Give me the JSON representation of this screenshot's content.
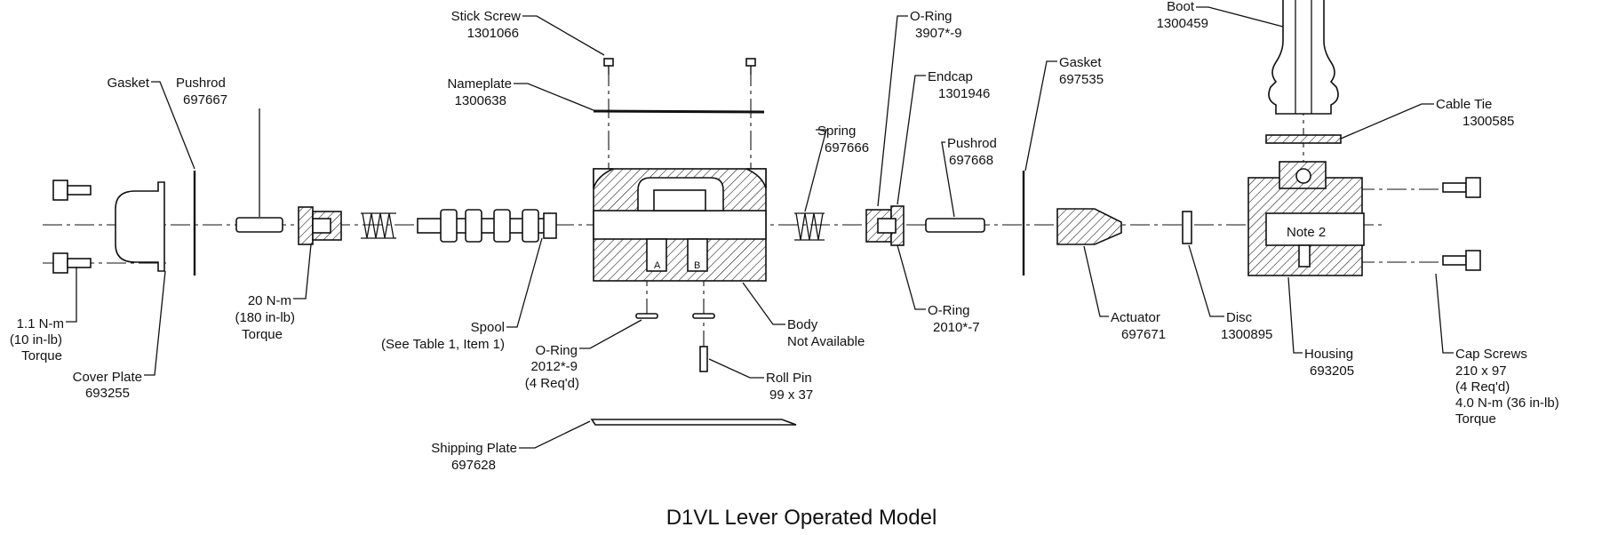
{
  "title": "D1VL Lever Operated Model",
  "parts": {
    "stick_screw": {
      "name": "Stick Screw",
      "number": "1301066"
    },
    "nameplate": {
      "name": "Nameplate",
      "number": "1300638"
    },
    "gasket_left": {
      "name": "Gasket"
    },
    "pushrod_left": {
      "name": "Pushrod",
      "number": "697667"
    },
    "torque_cover": {
      "line1": "1.1 N-m",
      "line2": "(10 in-lb)",
      "line3": "Torque"
    },
    "cover_plate": {
      "name": "Cover Plate",
      "number": "693255"
    },
    "torque_20": {
      "line1": "20 N-m",
      "line2": "(180 in-lb)",
      "line3": "Torque"
    },
    "spool": {
      "name": "Spool",
      "note": "(See Table 1, Item 1)"
    },
    "oring_body": {
      "name": "O-Ring",
      "number": "2012*-9",
      "qty": "(4 Req'd)"
    },
    "shipping_plate": {
      "name": "Shipping Plate",
      "number": "697628"
    },
    "roll_pin": {
      "name": "Roll Pin",
      "number": "99 x 37"
    },
    "body": {
      "name": "Body",
      "note": "Not Available"
    },
    "spring": {
      "name": "Spring",
      "number": "697666"
    },
    "oring_top": {
      "name": "O-Ring",
      "number": "3907*-9"
    },
    "endcap": {
      "name": "Endcap",
      "number": "1301946"
    },
    "oring_lower": {
      "name": "O-Ring",
      "number": "2010*-7"
    },
    "pushrod_right": {
      "name": "Pushrod",
      "number": "697668"
    },
    "gasket_right": {
      "name": "Gasket",
      "number": "697535"
    },
    "actuator": {
      "name": "Actuator",
      "number": "697671"
    },
    "disc": {
      "name": "Disc",
      "number": "1300895"
    },
    "housing": {
      "name": "Housing",
      "number": "693205"
    },
    "boot": {
      "name": "Boot",
      "number": "1300459"
    },
    "cable_tie": {
      "name": "Cable Tie",
      "number": "1300585"
    },
    "cap_screws": {
      "name": "Cap Screws",
      "spec": "210 x 97",
      "qty": "(4 Req'd)",
      "torque": "4.0 N-m (36 in-lb)",
      "torque_word": "Torque"
    }
  },
  "port_labels": {
    "a": "A",
    "b": "B"
  },
  "note2": "Note 2"
}
